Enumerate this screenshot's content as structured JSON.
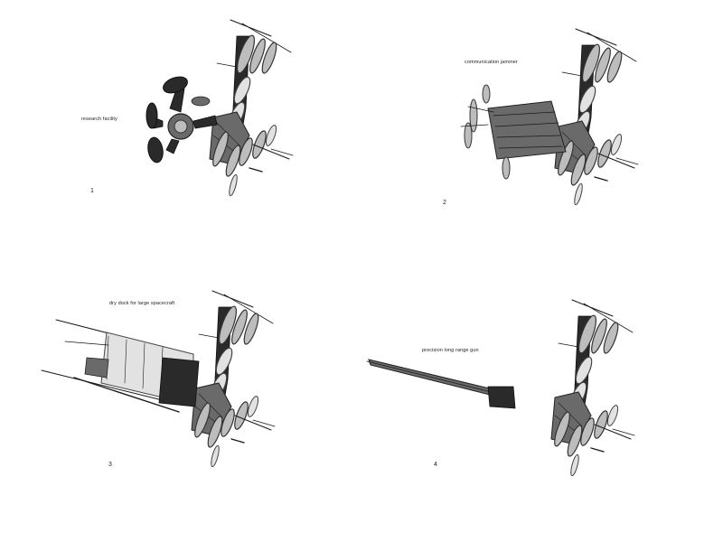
{
  "panels": [
    {
      "caption": "research facility",
      "number": "1"
    },
    {
      "caption": "communication jammer",
      "number": "2"
    },
    {
      "caption": "dry dock for large spacecraft",
      "number": "3"
    },
    {
      "caption": "precision long range gun",
      "number": "4"
    }
  ],
  "colors": {
    "background": "#ffffff",
    "ink": "#1a1a1a"
  }
}
